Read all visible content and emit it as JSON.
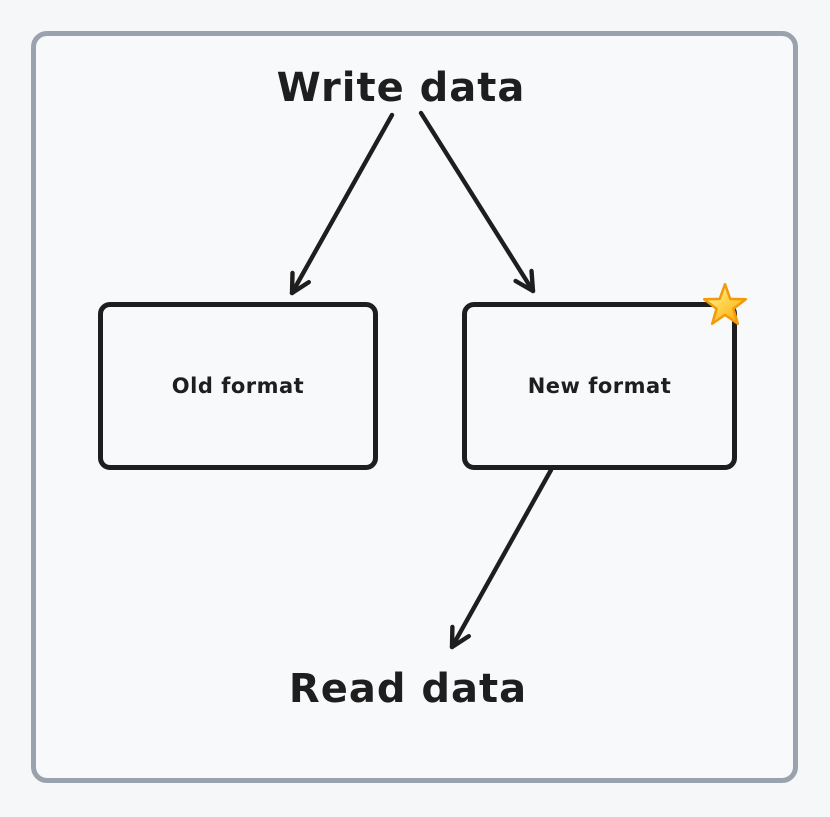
{
  "colors": {
    "page_bg": "#f6f7f9",
    "left_strip": "#f8e9c9",
    "frame_border": "#9aa2ad",
    "ink": "#1e1e1f",
    "star_fill_light": "#fff9c4",
    "star_fill_mid": "#ffd54f",
    "star_fill_dark": "#ffa000",
    "star_outline": "#f29a0a"
  },
  "diagram": {
    "top_label": "Write data",
    "bottom_label": "Read data",
    "nodes": [
      {
        "id": "old-format",
        "label": "Old format"
      },
      {
        "id": "new-format",
        "label": "New format",
        "badge_icon": "star-icon"
      }
    ],
    "edges": [
      {
        "from": "write-data",
        "to": "old-format"
      },
      {
        "from": "write-data",
        "to": "new-format"
      },
      {
        "from": "new-format",
        "to": "read-data"
      }
    ]
  }
}
